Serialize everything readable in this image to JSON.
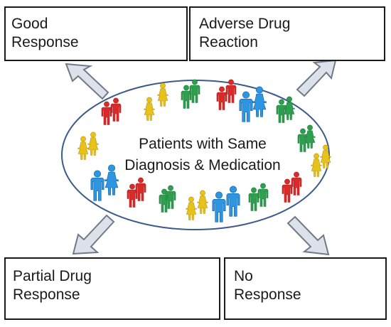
{
  "boxes": {
    "good": {
      "line1": "Good",
      "line2": "Response",
      "color": "#2e9e4f"
    },
    "adverse": {
      "line1": "Adverse Drug",
      "line2": "Reaction",
      "color": "#d92b2b"
    },
    "partial": {
      "line1": "Partial Drug",
      "line2": "Response",
      "color": "#2e95e0"
    },
    "no": {
      "line1": "No",
      "line2": "Response",
      "color": "#e8c21a"
    }
  },
  "center": {
    "line1": "Patients with Same",
    "line2": "Diagnosis & Medication"
  },
  "colors": {
    "ellipse_border": "#3d5a8a",
    "arrow_fill": "#dde2ea",
    "arrow_stroke": "#6f7a88"
  }
}
